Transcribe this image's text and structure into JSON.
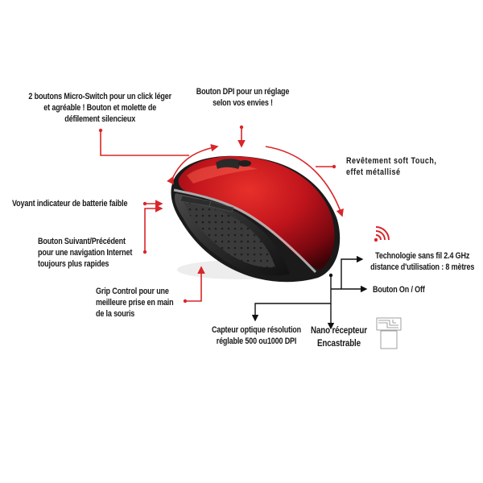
{
  "diagram": {
    "subject": "Wireless ergonomic mouse, red metallic",
    "accent_color": "#d9262a",
    "line_color_dark": "#111111",
    "callouts": [
      {
        "id": "microswitch",
        "lines": [
          "2 boutons Micro-Switch pour un click léger",
          "et agréable ! Bouton et  molette de",
          "défilement silencieux"
        ]
      },
      {
        "id": "dpi",
        "lines": [
          "Bouton DPI pour un réglage",
          "selon vos envies !"
        ]
      },
      {
        "id": "coating",
        "lines": [
          "Revêtement soft Touch,",
          "effet métallisé"
        ]
      },
      {
        "id": "battery",
        "lines": [
          "Voyant indicateur de batterie faible"
        ]
      },
      {
        "id": "nav",
        "lines": [
          "Bouton Suivant/Précédent",
          "pour une navigation Internet",
          "toujours plus rapides"
        ]
      },
      {
        "id": "grip",
        "lines": [
          "Grip Control pour une",
          "meilleure prise en main",
          "de la souris"
        ]
      },
      {
        "id": "wireless",
        "lines": [
          "Technologie sans fil 2.4 GHz",
          "distance d'utilisation : 8 mètres"
        ]
      },
      {
        "id": "onoff",
        "lines": [
          "Bouton On / Off"
        ]
      },
      {
        "id": "sensor",
        "lines": [
          "Capteur optique résolution",
          "réglable  500 ou1000 DPI"
        ]
      },
      {
        "id": "receiver",
        "lines": [
          "Nano récepteur",
          "Encastrable"
        ]
      }
    ],
    "icons": [
      "wireless-signal-icon",
      "nano-receiver-icon"
    ]
  }
}
